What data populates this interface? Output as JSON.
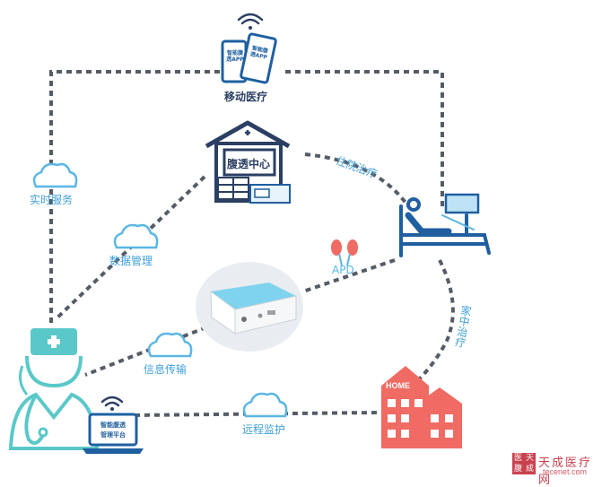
{
  "nodes": {
    "mobile": {
      "label": "移动医疗",
      "phone_text_1": "智能腹透APP",
      "phone_text_2": "智能腹透APP"
    },
    "center": {
      "label": "腹透中心"
    },
    "home": {
      "label": "HOME"
    },
    "laptop": {
      "label_line1": "智能腹透",
      "label_line2": "管理平台"
    },
    "apd": {
      "label": "APD"
    }
  },
  "links": {
    "realtime_service": "实时服务",
    "data_management": "数据管理",
    "hospital_treatment": "住院治疗",
    "info_transmission": "信息传输",
    "remote_monitoring": "远程监护",
    "home_treatment": "家中治疗"
  },
  "watermark": {
    "site_cn": "天成医疗网",
    "site_url": "tecenet.com",
    "logo_chars": [
      "医",
      "天",
      "腹",
      "成"
    ]
  },
  "colors": {
    "line": "#555c66",
    "cloud": "#5bb6e4",
    "label": "#3f9fd8",
    "navy": "#2b3f63",
    "doctor": "#5ac8c8",
    "home": "#ef6b63",
    "watermark": "#c8424e"
  }
}
